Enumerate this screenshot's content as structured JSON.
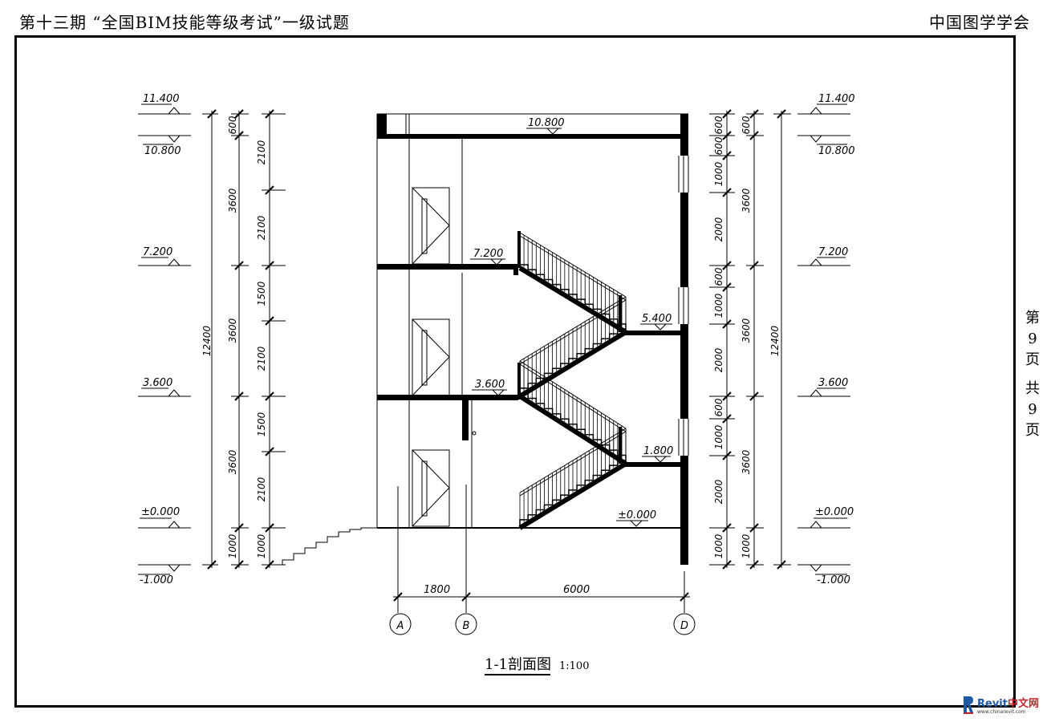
{
  "header": {
    "left_title": "第十三期 “全国BIM技能等级考试”一级试题",
    "right_title": "中国图学学会"
  },
  "page_note": [
    "第",
    "9",
    "页",
    "共",
    "9",
    "页"
  ],
  "drawing": {
    "title": "1-1剖面图",
    "scale": "1:100",
    "elevations": {
      "e11400": "11.400",
      "e10800": "10.800",
      "e7200": "7.200",
      "e5400": "5.400",
      "e3600": "3.600",
      "e1800": "1.800",
      "e0": "±0.000",
      "em1000": "-1.000"
    },
    "left_dims": {
      "total": "12400",
      "a600": "600",
      "a3600_top": "3600",
      "a3600_mid": "3600",
      "a3600_bot": "3600",
      "a1000": "1000",
      "b2100_1": "2100",
      "b2100_2": "2100",
      "b1500_1": "1500",
      "b2100_3": "2100",
      "b1500_2": "1500",
      "b2100_4": "2100",
      "b1000": "1000"
    },
    "right_dims": {
      "total": "12400",
      "a600": "600",
      "a3600_top": "3600",
      "a3600_mid": "3600",
      "a3600_bot": "3600",
      "a1000": "1000",
      "b600_1": "600",
      "b1000_1": "1000",
      "b2000_1": "2000",
      "b600_2": "600",
      "b1000_2": "1000",
      "b2000_2": "2000",
      "b600_3": "600",
      "b1000_3": "1000",
      "b2000_3": "2000",
      "b1000_4": "1000"
    },
    "bottom_dims": {
      "d1800": "1800",
      "d6000": "6000"
    },
    "axes": [
      "A",
      "B",
      "D"
    ]
  },
  "logo": {
    "brand": "Revit",
    "brand_cn": "中文网",
    "url": "www.chinarevit.com"
  }
}
